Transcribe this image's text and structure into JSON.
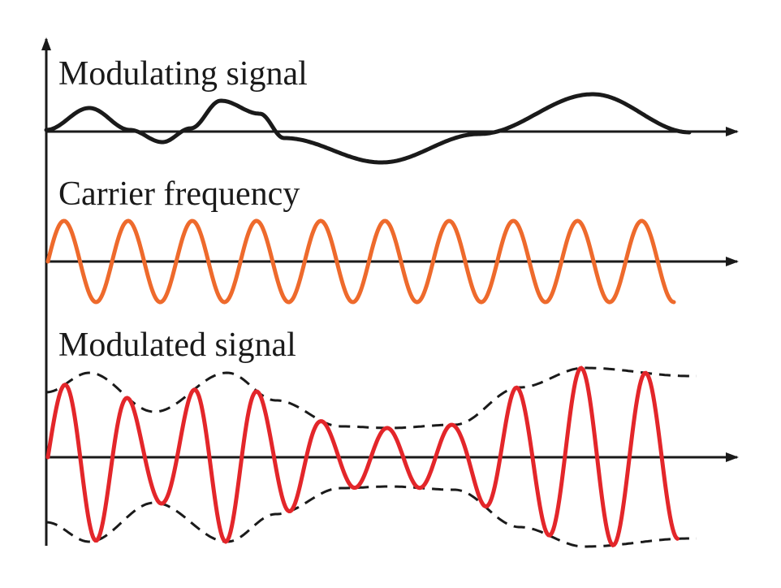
{
  "panels": {
    "modulating": {
      "label": "Modulating signal"
    },
    "carrier": {
      "label": "Carrier frequency"
    },
    "modulated": {
      "label": "Modulated signal"
    }
  },
  "colors": {
    "axis": "#1a1a1a",
    "modulating": "#1a1a1a",
    "carrier": "#ee6a2c",
    "modulated": "#e3262a",
    "envelope": "#1a1a1a"
  },
  "diagram_data": {
    "carrier_cycles": 10,
    "modulated_cycles": 10,
    "envelope_style": "dashed",
    "modulation_type": "amplitude modulation"
  }
}
